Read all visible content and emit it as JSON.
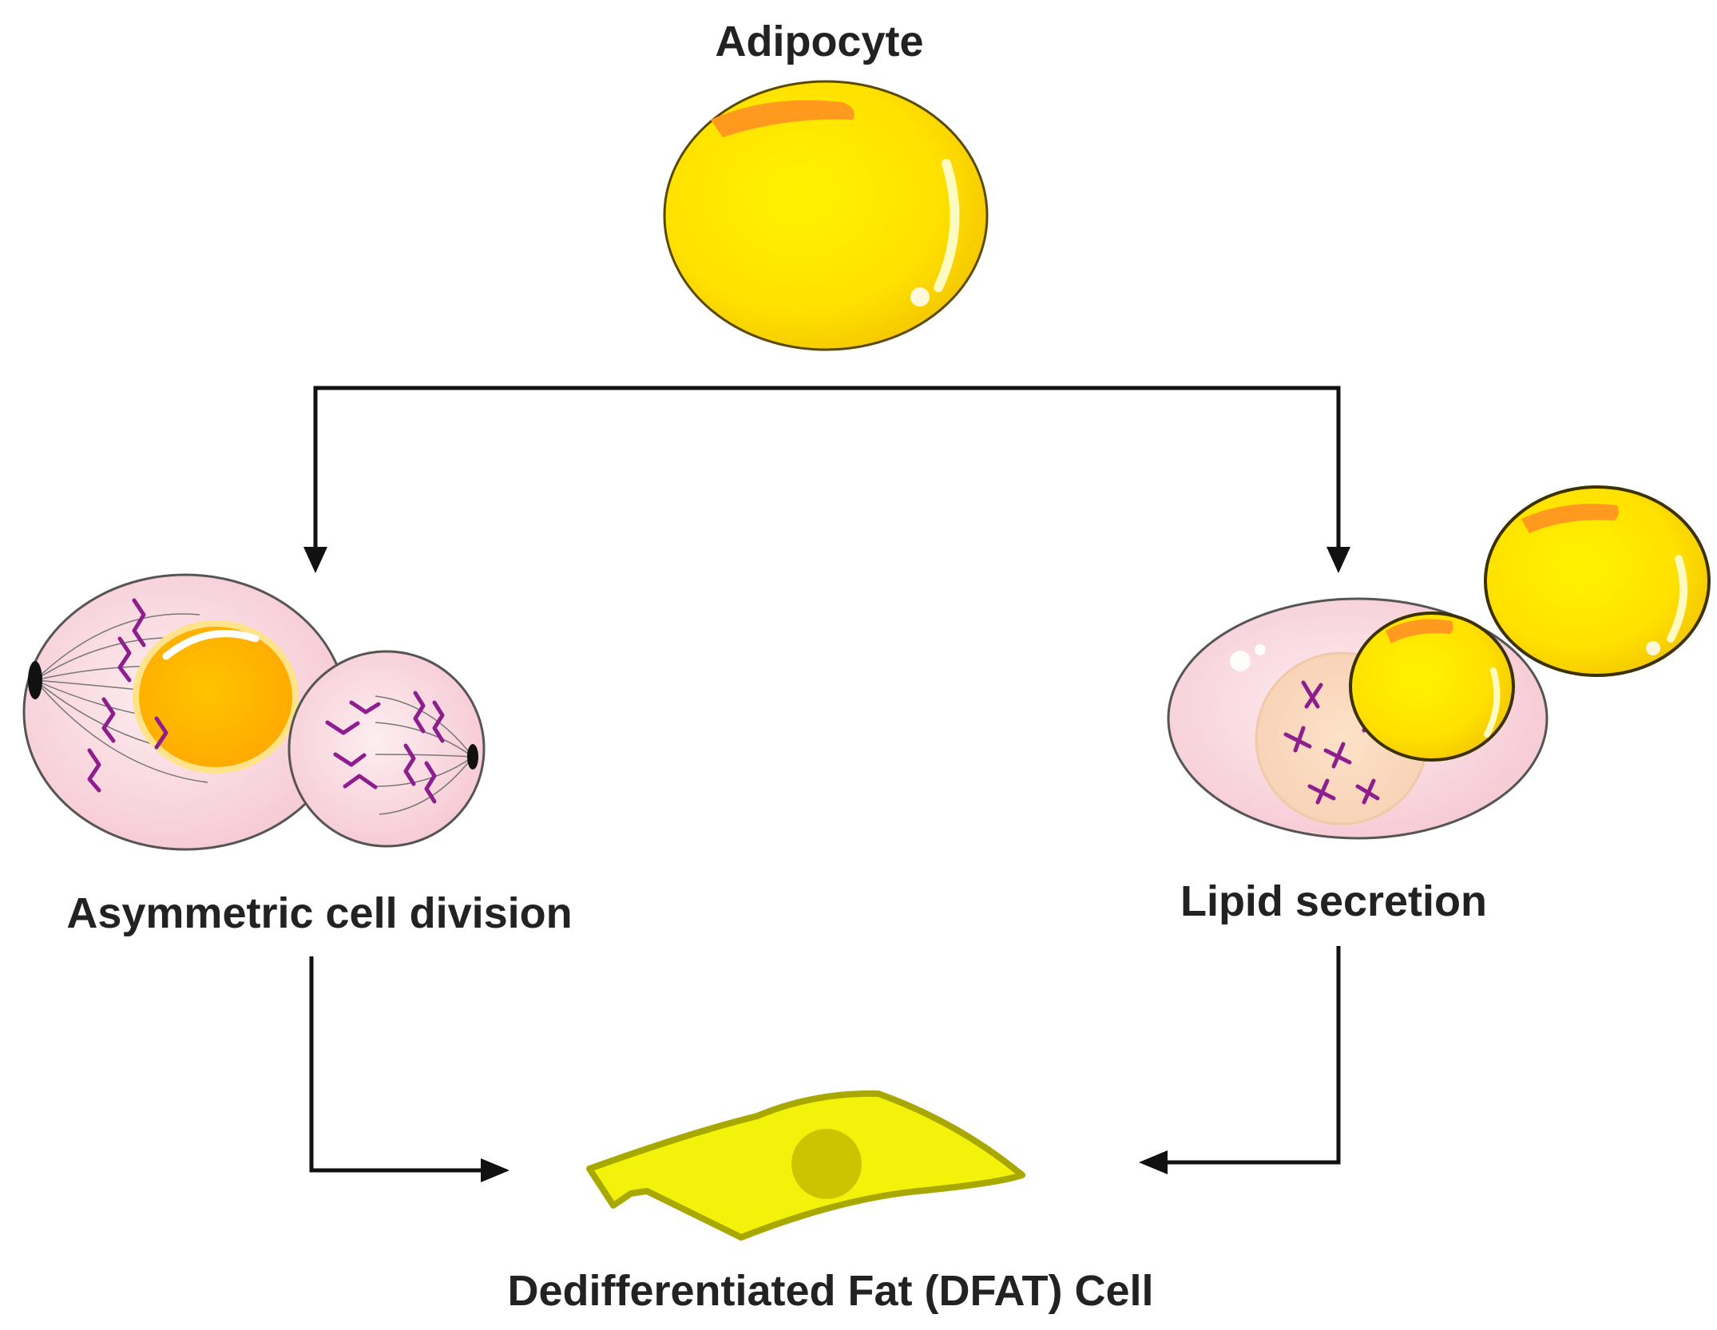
{
  "nodes": {
    "adipocyte": {
      "label": "Adipocyte"
    },
    "asymmetric_division": {
      "label": "Asymmetric cell division"
    },
    "lipid_secretion": {
      "label": "Lipid secretion"
    },
    "dfat_cell": {
      "label": "Dedifferentiated Fat (DFAT) Cell"
    }
  },
  "edges": [
    {
      "from": "adipocyte",
      "to": "asymmetric_division"
    },
    {
      "from": "adipocyte",
      "to": "lipid_secretion"
    },
    {
      "from": "asymmetric_division",
      "to": "dfat_cell"
    },
    {
      "from": "lipid_secretion",
      "to": "dfat_cell"
    }
  ],
  "colors": {
    "lipid_yellow": "#ffe600",
    "lipid_highlight": "#ff9a1f",
    "cell_pink": "#fbe1e6",
    "chromosome": "#8e1e8e",
    "nucleus_orange": "#ffbe00",
    "dfat_fill": "#f2f20a",
    "dfat_outline": "#a8a800",
    "arrow": "#111111"
  }
}
